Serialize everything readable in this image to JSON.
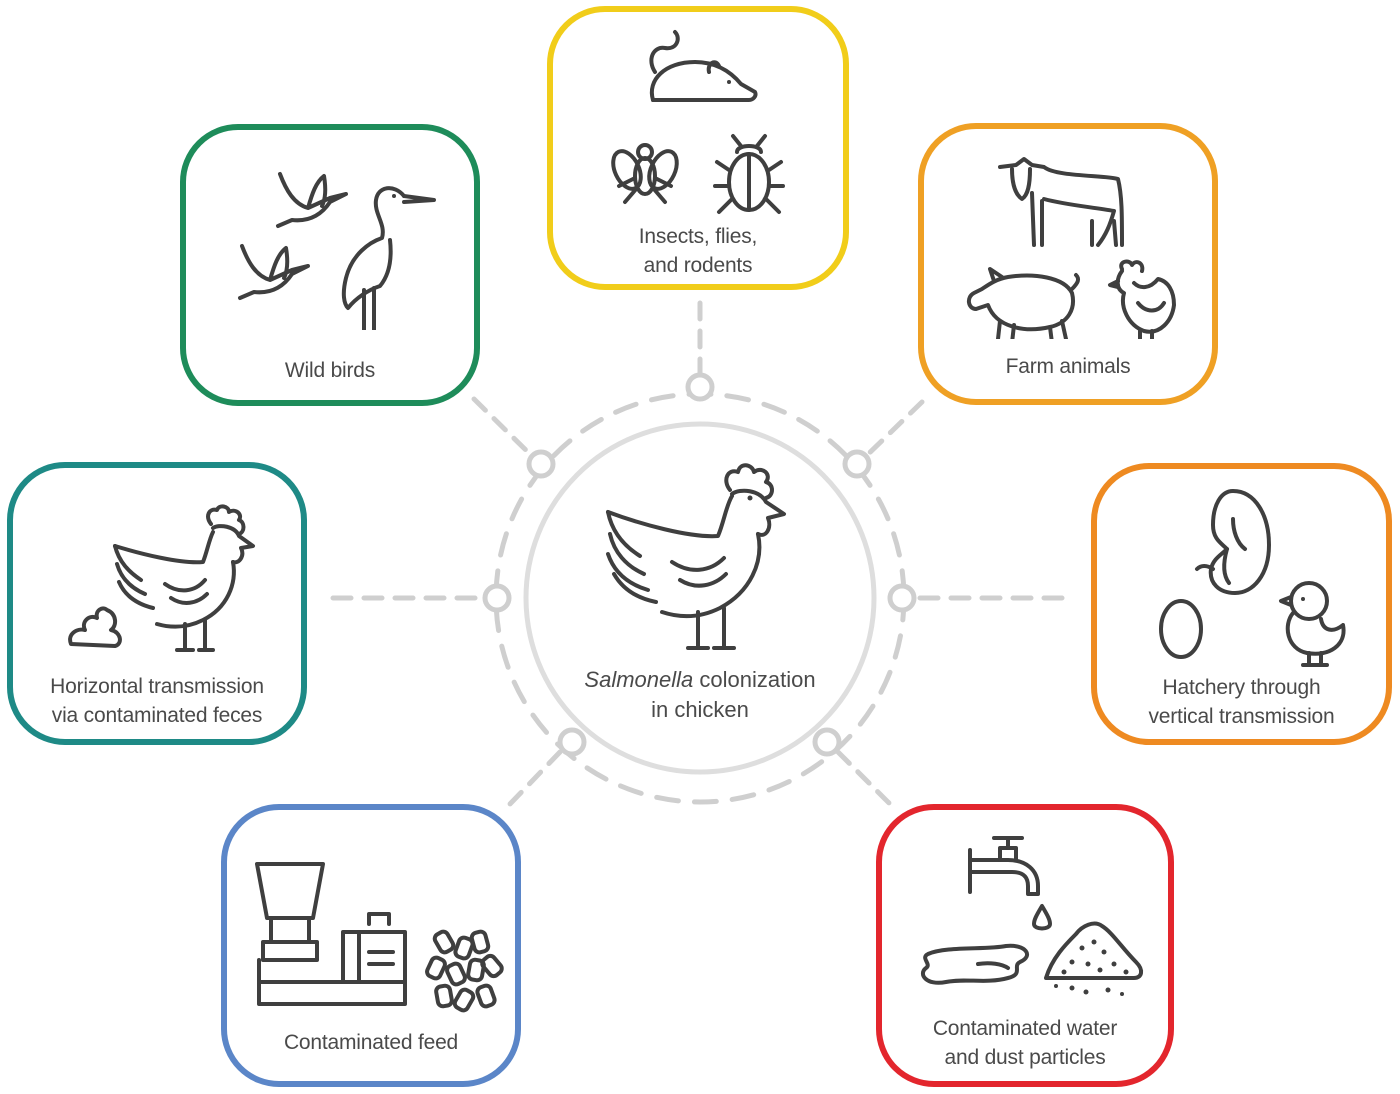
{
  "colors": {
    "connector": "#cfcfcf",
    "wild_birds": "#1e8c5a",
    "insects": "#f1cd1a",
    "farm_animals": "#efa024",
    "horizontal": "#1e8a86",
    "hatchery": "#ee8a21",
    "feed": "#5b86c8",
    "water": "#e3262d"
  },
  "center": {
    "italic_text": "Salmonella",
    "text_line1_rest": " colonization",
    "text_line2": "in chicken"
  },
  "sources": {
    "wild_birds": {
      "line1": "Wild birds",
      "line2": ""
    },
    "insects": {
      "line1": "Insects, flies,",
      "line2": "and rodents"
    },
    "farm_animals": {
      "line1": "Farm animals",
      "line2": ""
    },
    "horizontal": {
      "line1": "Horizontal transmission",
      "line2": "via contaminated feces"
    },
    "hatchery": {
      "line1": "Hatchery through",
      "line2": "vertical transmission"
    },
    "feed": {
      "line1": "Contaminated feed",
      "line2": ""
    },
    "water": {
      "line1": "Contaminated water",
      "line2": "and dust particles"
    }
  },
  "icons": {
    "center": "rooster-icon",
    "wild_birds": [
      "flying-bird-icon",
      "flying-bird-icon",
      "heron-icon"
    ],
    "insects": [
      "mouse-icon",
      "fly-icon",
      "beetle-icon"
    ],
    "farm_animals": [
      "cow-icon",
      "pig-icon",
      "chicken-icon"
    ],
    "horizontal": [
      "feces-icon",
      "rooster-icon"
    ],
    "hatchery": [
      "embryo-icon",
      "egg-icon",
      "chick-icon"
    ],
    "feed": [
      "feed-mill-icon",
      "feed-pellets-icon"
    ],
    "water": [
      "faucet-icon",
      "puddle-icon",
      "dust-pile-icon"
    ]
  }
}
